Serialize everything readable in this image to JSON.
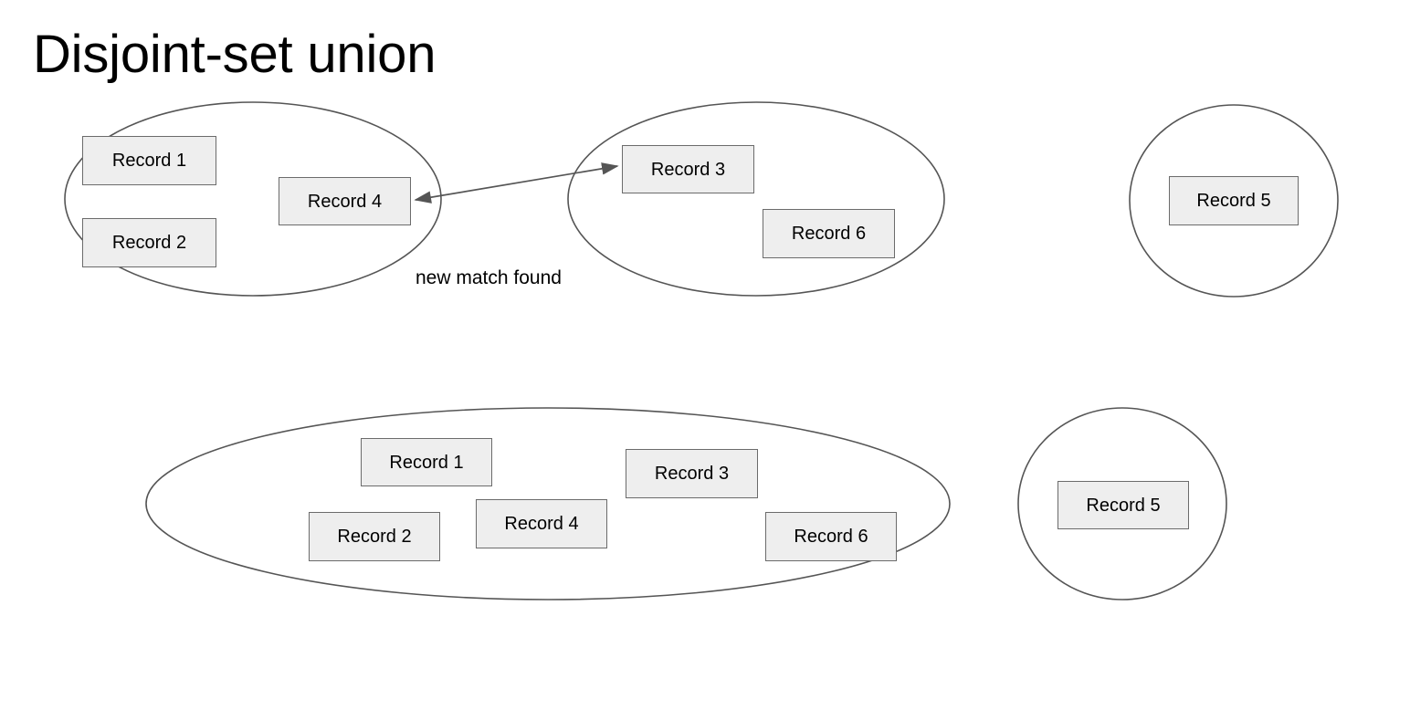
{
  "title": "Disjoint-set union",
  "colors": {
    "background": "#ffffff",
    "box_fill": "#eeeeee",
    "box_border": "#6b6b6b",
    "shape_stroke": "#555555",
    "text": "#000000"
  },
  "before": {
    "groups": [
      {
        "name": "group-a",
        "shape": "ellipse",
        "records": [
          {
            "label": "Record 1"
          },
          {
            "label": "Record 2"
          },
          {
            "label": "Record 4"
          }
        ]
      },
      {
        "name": "group-b",
        "shape": "ellipse",
        "records": [
          {
            "label": "Record 3"
          },
          {
            "label": "Record 6"
          }
        ]
      },
      {
        "name": "group-c",
        "shape": "circle",
        "records": [
          {
            "label": "Record 5"
          }
        ]
      }
    ],
    "connector": {
      "label": "new match found",
      "from": "Record 4",
      "to": "Record 3",
      "arrowheads": "both"
    }
  },
  "after": {
    "groups": [
      {
        "name": "group-merged",
        "shape": "ellipse",
        "records": [
          {
            "label": "Record 1"
          },
          {
            "label": "Record 2"
          },
          {
            "label": "Record 4"
          },
          {
            "label": "Record 3"
          },
          {
            "label": "Record 6"
          }
        ]
      },
      {
        "name": "group-c",
        "shape": "circle",
        "records": [
          {
            "label": "Record 5"
          }
        ]
      }
    ]
  }
}
